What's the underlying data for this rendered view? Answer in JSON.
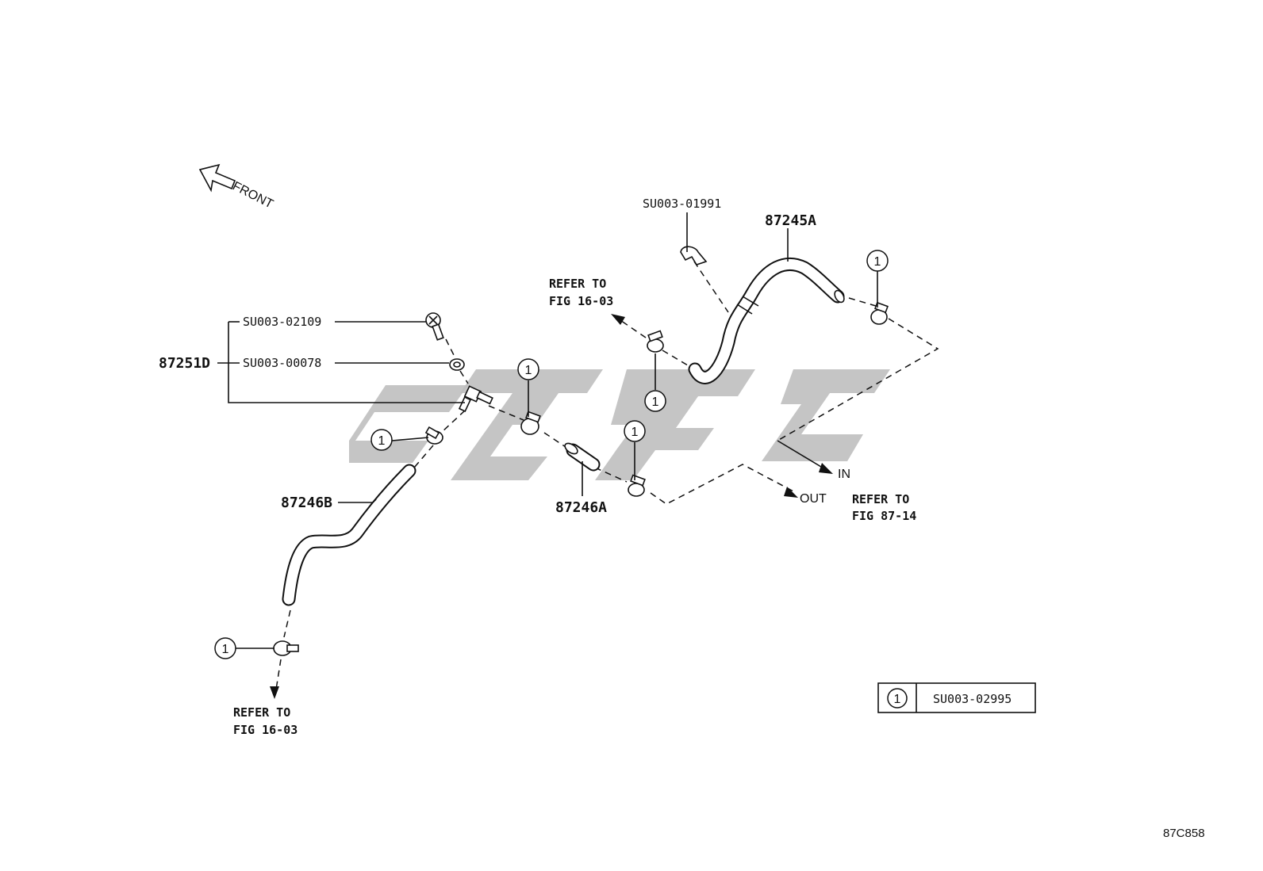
{
  "orientation": {
    "label": "FRONT"
  },
  "parts": {
    "p87245A": "87245A",
    "p87251D": "87251D",
    "p87246B": "87246B",
    "p87246A": "87246A"
  },
  "sub_codes": {
    "su01991": "SU003-01991",
    "su02109": "SU003-02109",
    "su00078": "SU003-00078"
  },
  "refs": {
    "top": {
      "line1": "REFER TO",
      "line2": "FIG 16-03"
    },
    "bottom": {
      "line1": "REFER TO",
      "line2": "FIG 16-03"
    },
    "right": {
      "line1": "REFER TO",
      "line2": "FIG 87-14"
    }
  },
  "flow": {
    "in": "IN",
    "out": "OUT"
  },
  "clamp_callout": "1",
  "legend": {
    "number": "1",
    "code": "SU003-02995"
  },
  "diagram_code": "87C858"
}
